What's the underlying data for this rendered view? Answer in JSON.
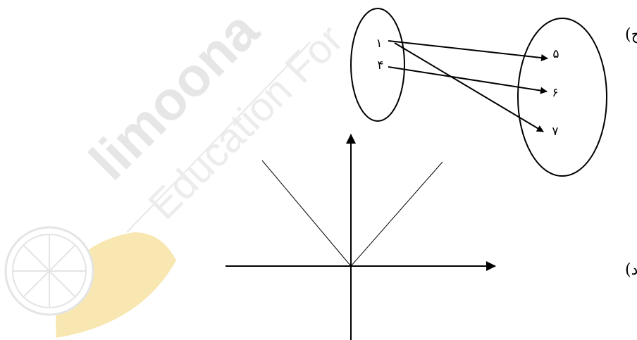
{
  "watermark": {
    "brand": "limoona",
    "tagline": "Education For",
    "brand_color": "#e6e6e6",
    "lemon_color": "#f8e7b0",
    "lemon_outline": "#e4e4e4"
  },
  "part_c": {
    "label": "ج)",
    "domain": [
      "۱",
      "۴"
    ],
    "codomain": [
      "۵",
      "۶",
      "۷"
    ]
  },
  "part_d": {
    "label": "د)"
  }
}
